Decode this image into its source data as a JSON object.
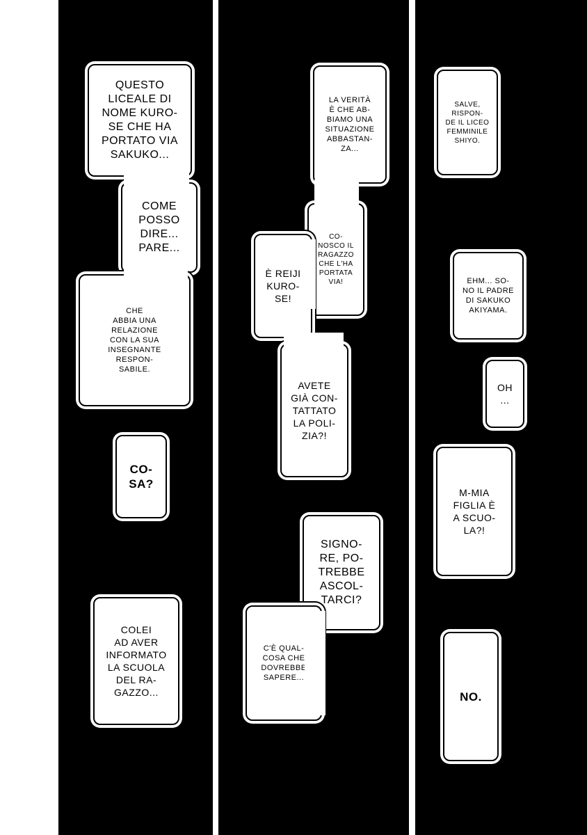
{
  "bubbles": {
    "b1": "QUESTO\nLICEALE DI\nNOME KURO-\nSE CHE HA\nPORTATO VIA\nSAKUKO...",
    "b2": "COME\nPOSSO\nDIRE...\nPARE...",
    "b3": "CHE\nABBIA UNA\nRELAZIONE\nCON LA SUA\nINSEGNANTE\nRESPON-\nSABILE.",
    "b4": "CO-\nSA?",
    "b5": "COLEI\nAD AVER\nINFORMATO\nLA SCUOLA\nDEL RA-\nGAZZO...",
    "b6": "LA VERITÀ\nÈ CHE AB-\nBIAMO UNA\nSITUAZIONE\nABBASTAN-\nZA...",
    "b7": "CO-\nNOSCO IL\nRAGAZZO\nCHE L'HA\nPORTATA\nVIA!",
    "b8": "È REIJI\nKURO-\nSE!",
    "b9": "AVETE\nGIÀ CON-\nTATTATO\nLA POLI-\nZIA?!",
    "b10": "SIGNO-\nRE, PO-\nTREBBE\nASCOL-\nTARCI?",
    "b11": "C'È QUAL-\nCOSA CHE\nDOVREBBE\nSAPERE...",
    "b12": "SALVE,\nRISPON-\nDE IL LICEO\nFEMMINILE\nSHIYO.",
    "b13": "EHM... SO-\nNO IL PADRE\nDI SAKUKO\nAKIYAMA.",
    "b14": "OH\n...",
    "b15": "M-MIA\nFIGLIA È\nA SCUO-\nLA?!",
    "b16": "NO."
  }
}
